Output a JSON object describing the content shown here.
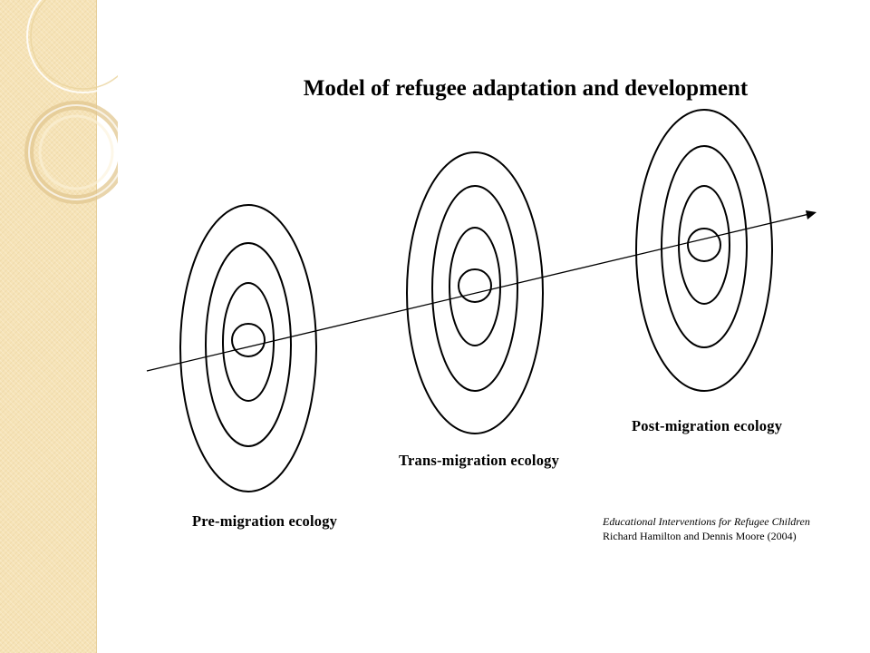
{
  "slide": {
    "title": "Model of refugee adaptation and development",
    "stages": [
      {
        "label": "Pre-migration ecology",
        "rings": 4
      },
      {
        "label": "Trans-migration ecology",
        "rings": 4
      },
      {
        "label": "Post-migration ecology",
        "rings": 4
      }
    ],
    "citation": {
      "title": "Educational Interventions for Refugee Children",
      "authors": "Richard Hamilton and Dennis Moore (2004)"
    }
  },
  "colors": {
    "sidebar": "#f6e3b7",
    "stroke": "#000000",
    "background": "#ffffff"
  }
}
